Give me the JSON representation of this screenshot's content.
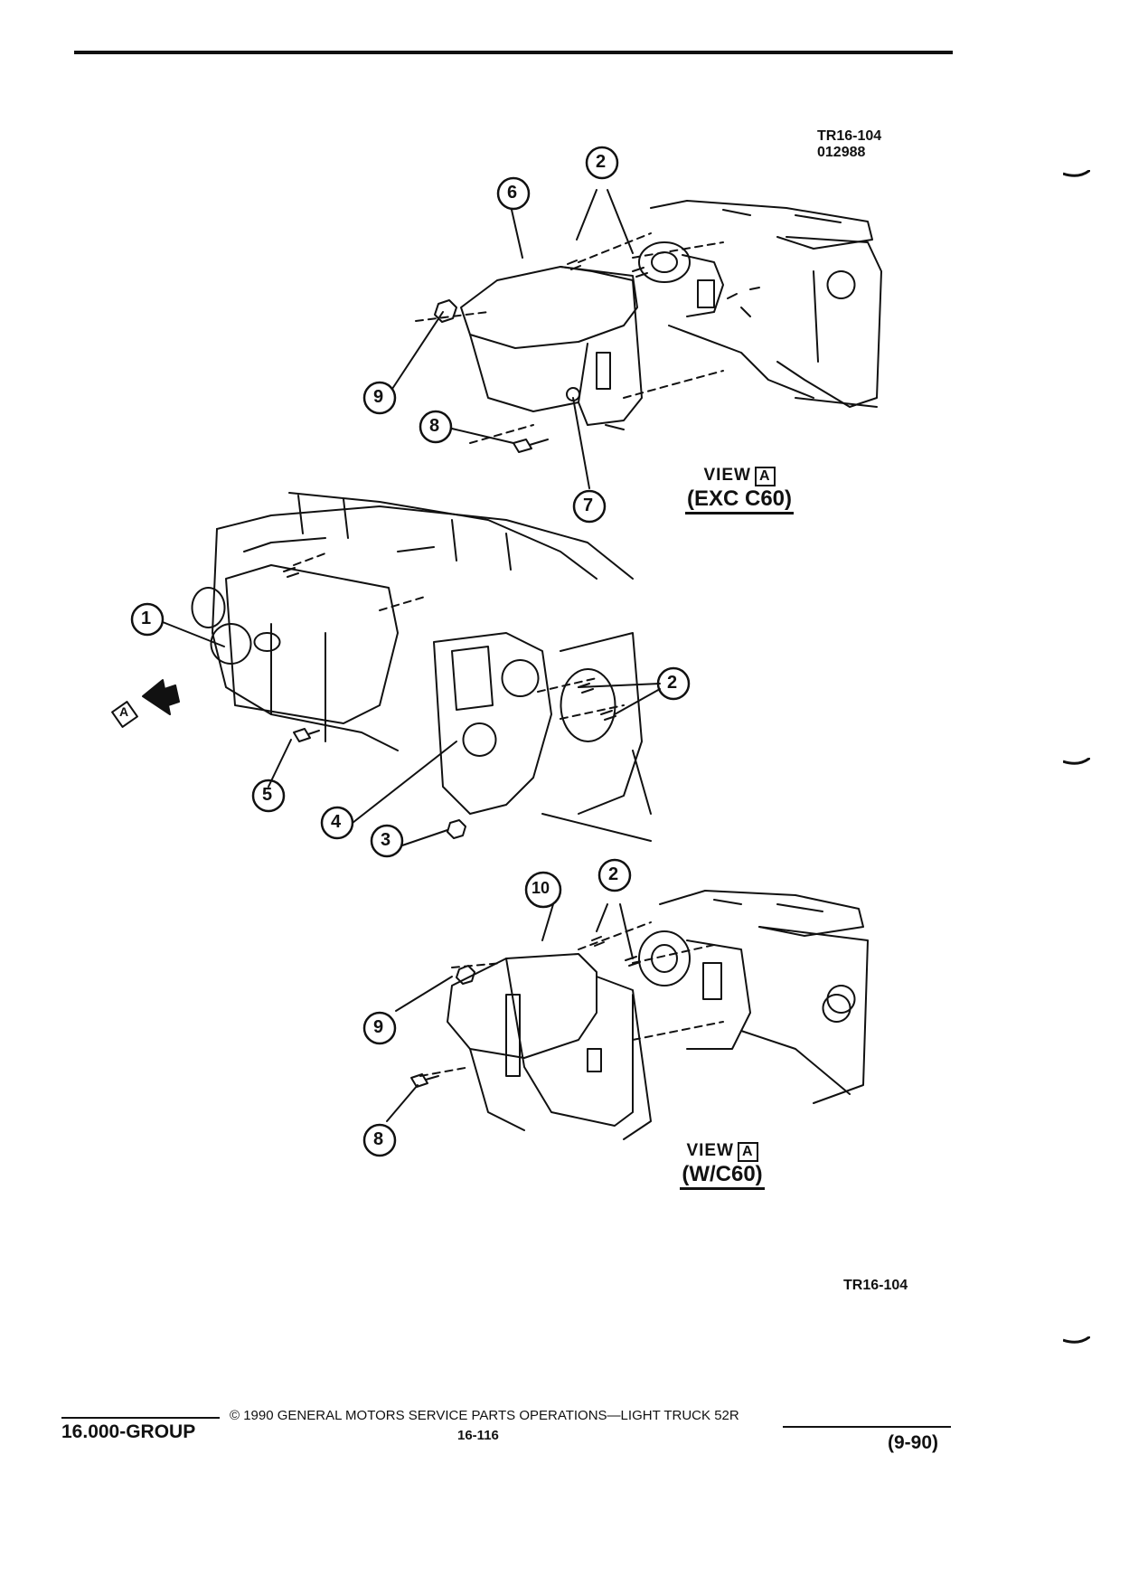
{
  "header": {
    "figure_code": "TR16-104",
    "figure_date": "012988"
  },
  "callouts": [
    "1",
    "2",
    "3",
    "4",
    "5",
    "6",
    "7",
    "8",
    "9",
    "10"
  ],
  "arrow_label": "A",
  "views": [
    {
      "view": "VIEW",
      "letter": "A",
      "variant": "(EXC C60)"
    },
    {
      "view": "VIEW",
      "letter": "A",
      "variant": "(W/C60)"
    }
  ],
  "figure_footer": "TR16-104",
  "footer": {
    "group": "16.000-GROUP",
    "copyright": "© 1990 GENERAL MOTORS SERVICE PARTS OPERATIONS—LIGHT TRUCK 52R",
    "page_number": "16-116",
    "date": "(9-90)"
  },
  "colors": {
    "ink": "#111111",
    "paper": "#ffffff"
  }
}
